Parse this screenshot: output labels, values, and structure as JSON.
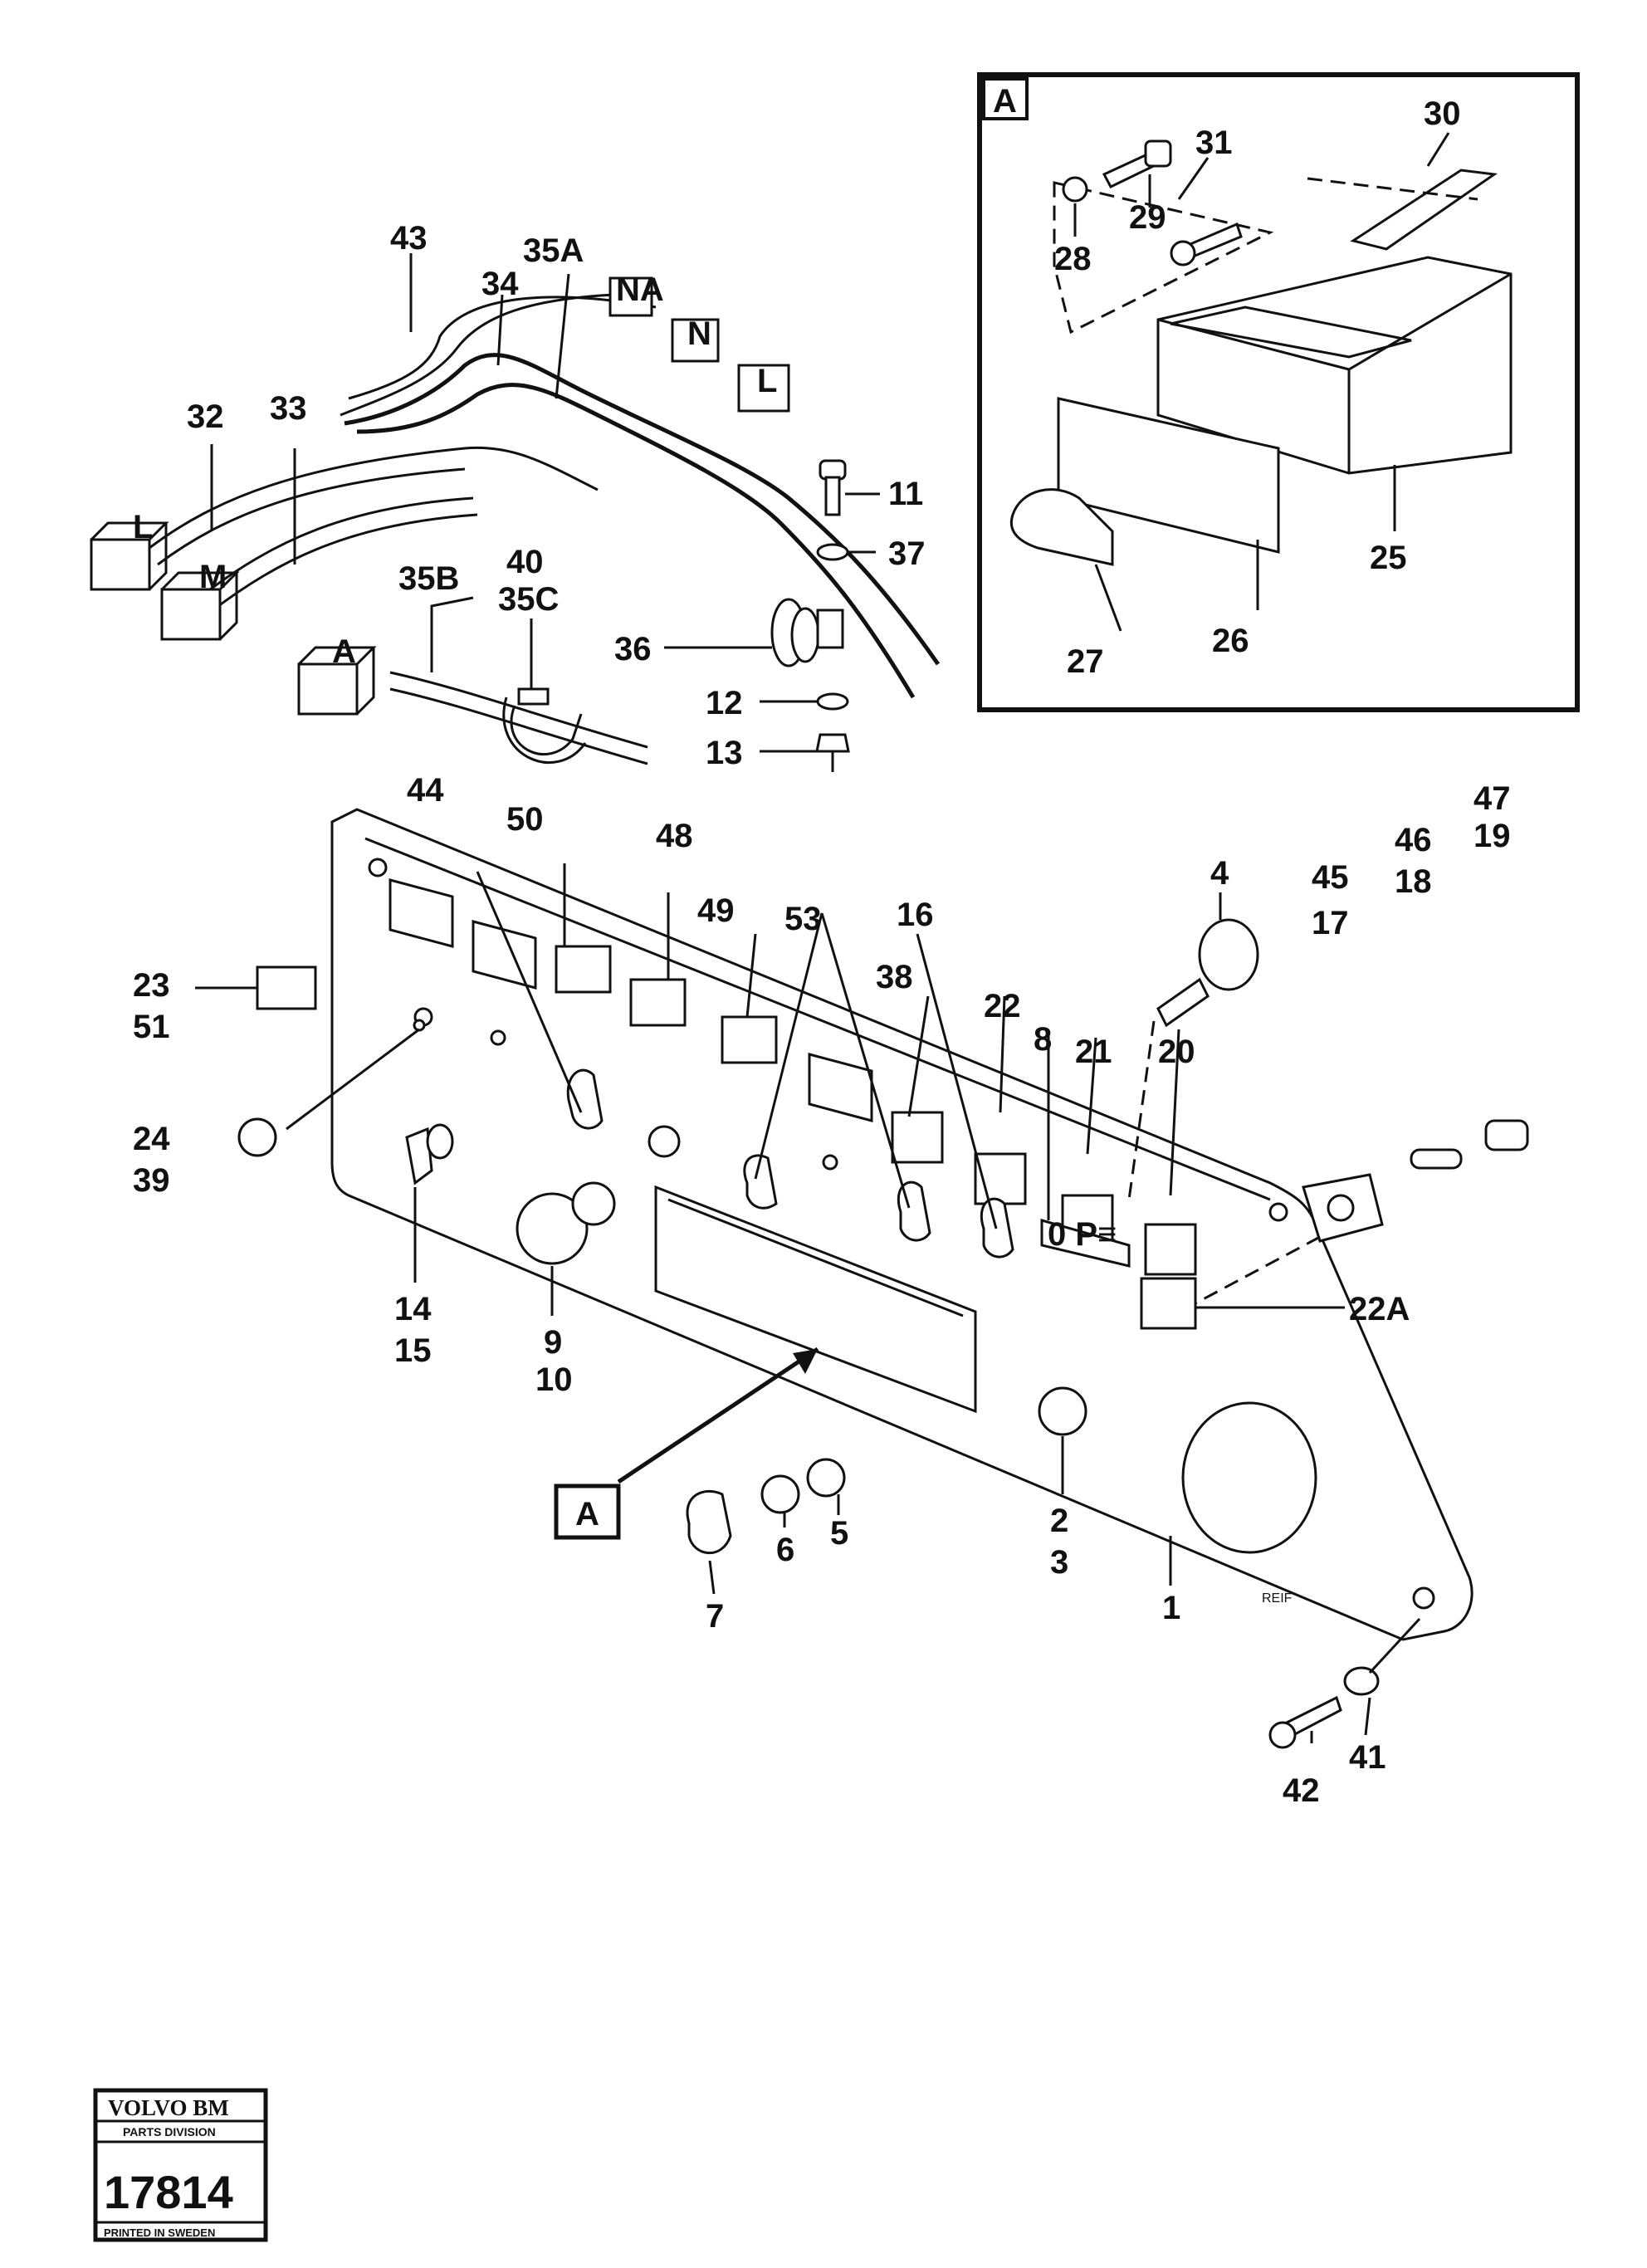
{
  "diagram": {
    "detail_marker": "A",
    "inset_marker": "A",
    "connector_letters": {
      "c32": "L",
      "c33": "M",
      "c35b": "A",
      "cNA": "NA",
      "cN": "N",
      "cL": "L"
    },
    "callouts": [
      {
        "key": "c43",
        "text": "43"
      },
      {
        "key": "c34",
        "text": "34"
      },
      {
        "key": "c35a",
        "text": "35A"
      },
      {
        "key": "c32",
        "text": "32"
      },
      {
        "key": "c33",
        "text": "33"
      },
      {
        "key": "c11",
        "text": "11"
      },
      {
        "key": "c37",
        "text": "37"
      },
      {
        "key": "c35b",
        "text": "35B"
      },
      {
        "key": "c40",
        "text": "40"
      },
      {
        "key": "c35c",
        "text": "35C"
      },
      {
        "key": "c36",
        "text": "36"
      },
      {
        "key": "c12",
        "text": "12"
      },
      {
        "key": "c13",
        "text": "13"
      },
      {
        "key": "c30",
        "text": "30"
      },
      {
        "key": "c31",
        "text": "31"
      },
      {
        "key": "c29",
        "text": "29"
      },
      {
        "key": "c28",
        "text": "28"
      },
      {
        "key": "c25",
        "text": "25"
      },
      {
        "key": "c27",
        "text": "27"
      },
      {
        "key": "c26",
        "text": "26"
      },
      {
        "key": "c44",
        "text": "44"
      },
      {
        "key": "c50",
        "text": "50"
      },
      {
        "key": "c48",
        "text": "48"
      },
      {
        "key": "c49",
        "text": "49"
      },
      {
        "key": "c53",
        "text": "53"
      },
      {
        "key": "c16",
        "text": "16"
      },
      {
        "key": "c4",
        "text": "4"
      },
      {
        "key": "c45",
        "text": "45"
      },
      {
        "key": "c17",
        "text": "17"
      },
      {
        "key": "c46",
        "text": "46"
      },
      {
        "key": "c18",
        "text": "18"
      },
      {
        "key": "c47",
        "text": "47"
      },
      {
        "key": "c19",
        "text": "19"
      },
      {
        "key": "c23",
        "text": "23"
      },
      {
        "key": "c51",
        "text": "51"
      },
      {
        "key": "c38",
        "text": "38"
      },
      {
        "key": "c22",
        "text": "22"
      },
      {
        "key": "c8",
        "text": "8"
      },
      {
        "key": "c21",
        "text": "21"
      },
      {
        "key": "c20",
        "text": "20"
      },
      {
        "key": "c24",
        "text": "24"
      },
      {
        "key": "c39",
        "text": "39"
      },
      {
        "key": "c22a",
        "text": "22A"
      },
      {
        "key": "c14",
        "text": "14"
      },
      {
        "key": "c15",
        "text": "15"
      },
      {
        "key": "c9",
        "text": "9"
      },
      {
        "key": "c10",
        "text": "10"
      },
      {
        "key": "c2",
        "text": "2"
      },
      {
        "key": "c3",
        "text": "3"
      },
      {
        "key": "c5",
        "text": "5"
      },
      {
        "key": "c6",
        "text": "6"
      },
      {
        "key": "c7",
        "text": "7"
      },
      {
        "key": "c1",
        "text": "1"
      },
      {
        "key": "c41",
        "text": "41"
      },
      {
        "key": "c42",
        "text": "42"
      }
    ],
    "signature": "REIF",
    "panel_symbols_text": "0 P≡"
  },
  "logo": {
    "brand": "VOLVO BM",
    "division": "PARTS DIVISION",
    "number": "17814",
    "footer": "PRINTED IN SWEDEN"
  }
}
